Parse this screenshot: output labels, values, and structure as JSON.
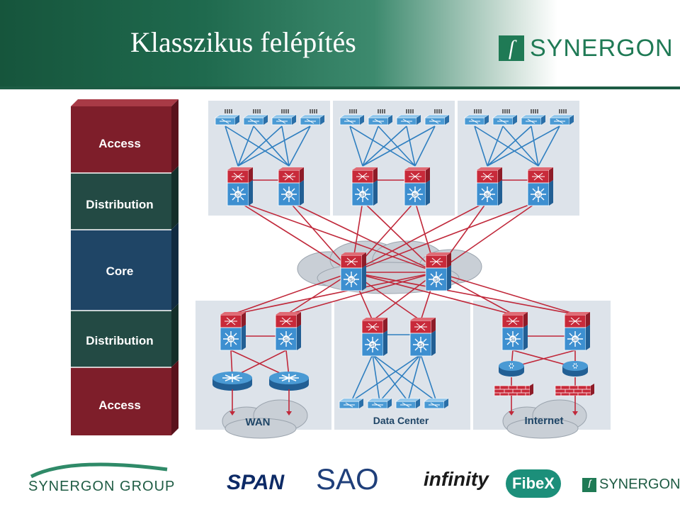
{
  "header": {
    "title": "Klasszikus felépítés",
    "brand": "SYNERGON"
  },
  "layers": [
    {
      "label": "Access",
      "color": "#7e1e2a"
    },
    {
      "label": "Distribution",
      "color": "#234a44"
    },
    {
      "label": "Core",
      "color": "#1f4566"
    },
    {
      "label": "Distribution",
      "color": "#234a44"
    },
    {
      "label": "Access",
      "color": "#7e1e2a"
    }
  ],
  "zones": {
    "wan": "WAN",
    "datacenter": "Data Center",
    "internet": "Internet"
  },
  "footer": {
    "group": "SYNERGON GROUP",
    "span": "SPAN",
    "sao": "SAO",
    "infinity": "infinity",
    "fibex": "FibeX",
    "synergon": "SYNERGON"
  },
  "colors": {
    "link_red": "#c0283a",
    "link_blue": "#2f7fc0",
    "zone_bg": "#dde3ea"
  }
}
